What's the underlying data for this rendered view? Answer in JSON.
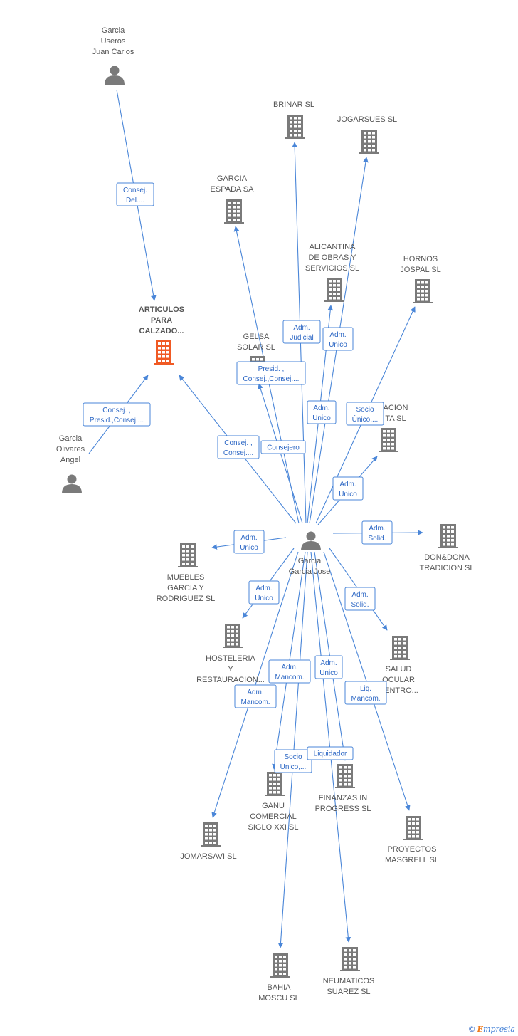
{
  "colors": {
    "edge": "#4a86d8",
    "icon": "#7a7a7a",
    "focus_icon": "#f05a24",
    "label_text": "#2b66c4"
  },
  "nodes": {
    "garcia_useros": {
      "type": "person",
      "lines": [
        "Garcia",
        "Useros",
        "Juan Carlos"
      ]
    },
    "articulos": {
      "type": "company-focus",
      "lines": [
        "ARTICULOS",
        "PARA",
        "CALZADO..."
      ]
    },
    "garcia_olivares": {
      "type": "person",
      "lines": [
        "Garcia",
        "Olivares",
        "Angel"
      ]
    },
    "garcia_jose": {
      "type": "person",
      "lines": [
        "Garcia",
        "Garcia Jose"
      ]
    },
    "brinar": {
      "type": "company",
      "lines": [
        "BRINAR  SL"
      ]
    },
    "jogarsues": {
      "type": "company",
      "lines": [
        "JOGARSUES SL"
      ]
    },
    "garcia_espada": {
      "type": "company",
      "lines": [
        "GARCIA",
        "ESPADA SA"
      ]
    },
    "alicantina": {
      "type": "company",
      "lines": [
        "ALICANTINA",
        "DE OBRAS Y",
        "SERVICIOS SL"
      ]
    },
    "hornos": {
      "type": "company",
      "lines": [
        "HORNOS",
        "JOSPAL SL"
      ]
    },
    "gelsa": {
      "type": "company",
      "lines": [
        "GELSA",
        "SOLAR SL"
      ]
    },
    "acion": {
      "type": "company",
      "lines": [
        "ACION",
        "TA  SL"
      ]
    },
    "dondona": {
      "type": "company",
      "lines": [
        "DON&DONA",
        "TRADICION SL"
      ]
    },
    "muebles": {
      "type": "company",
      "lines": [
        "MUEBLES",
        "GARCIA Y",
        "RODRIGUEZ SL"
      ]
    },
    "hosteleria": {
      "type": "company",
      "lines": [
        "HOSTELERIA",
        "Y",
        "RESTAURACION..."
      ]
    },
    "salud": {
      "type": "company",
      "lines": [
        "SALUD",
        "OCULAR",
        "CENTRO..."
      ]
    },
    "ganu": {
      "type": "company",
      "lines": [
        "GANU",
        "COMERCIAL",
        "SIGLO XXI SL"
      ]
    },
    "finanzas": {
      "type": "company",
      "lines": [
        "FINANZAS IN",
        "PROGRESS  SL"
      ]
    },
    "jomarsavi": {
      "type": "company",
      "lines": [
        "JOMARSAVI SL"
      ]
    },
    "proyectos": {
      "type": "company",
      "lines": [
        "PROYECTOS",
        "MASGRELL SL"
      ]
    },
    "bahia": {
      "type": "company",
      "lines": [
        "BAHIA",
        "MOSCU  SL"
      ]
    },
    "neumaticos": {
      "type": "company",
      "lines": [
        "NEUMATICOS",
        "SUAREZ SL"
      ]
    }
  },
  "edges": [
    {
      "from": "garcia_useros",
      "to": "articulos",
      "label": [
        "Consej.",
        "Del...."
      ]
    },
    {
      "from": "garcia_olivares",
      "to": "articulos",
      "label": [
        "Consej. ,",
        "Presid.,Consej...."
      ]
    },
    {
      "from": "garcia_jose",
      "to": "articulos",
      "label": [
        "Consej. ,",
        "Consej...."
      ]
    },
    {
      "from": "garcia_jose",
      "to": "brinar",
      "label": [
        "Adm.",
        "Judicial"
      ]
    },
    {
      "from": "garcia_jose",
      "to": "jogarsues",
      "label": [
        "Adm.",
        "Unico"
      ]
    },
    {
      "from": "garcia_jose",
      "to": "garcia_espada",
      "label": [
        "Presid. ,",
        "Consej.,Consej...."
      ]
    },
    {
      "from": "garcia_jose",
      "to": "alicantina",
      "label": [
        "Adm.",
        "Unico"
      ]
    },
    {
      "from": "garcia_jose",
      "to": "hornos",
      "label": [
        "Socio",
        "Único,..."
      ]
    },
    {
      "from": "garcia_jose",
      "to": "gelsa",
      "label": [
        "Consejero"
      ]
    },
    {
      "from": "garcia_jose",
      "to": "acion",
      "label": [
        "Adm.",
        "Unico"
      ]
    },
    {
      "from": "garcia_jose",
      "to": "dondona",
      "label": [
        "Adm.",
        "Solid."
      ]
    },
    {
      "from": "garcia_jose",
      "to": "muebles",
      "label": [
        "Adm.",
        "Unico"
      ]
    },
    {
      "from": "garcia_jose",
      "to": "hosteleria",
      "label": [
        "Adm.",
        "Unico"
      ]
    },
    {
      "from": "garcia_jose",
      "to": "salud",
      "label": [
        "Adm.",
        "Solid."
      ]
    },
    {
      "from": "garcia_jose",
      "to": "ganu",
      "label": [
        "Adm.",
        "Mancom."
      ]
    },
    {
      "from": "garcia_jose",
      "to": "finanzas",
      "label": [
        "Adm.",
        "Unico"
      ]
    },
    {
      "from": "garcia_jose",
      "to": "jomarsavi",
      "label": [
        "Adm.",
        "Mancom."
      ]
    },
    {
      "from": "garcia_jose",
      "to": "proyectos",
      "label": [
        "Liq.",
        "Mancom."
      ]
    },
    {
      "from": "garcia_jose",
      "to": "bahia",
      "label": [
        "Socio",
        "Único,..."
      ]
    },
    {
      "from": "garcia_jose",
      "to": "neumaticos",
      "label": [
        "Liquidador"
      ]
    }
  ],
  "footer": {
    "copyright": "©",
    "brand_initial": "E",
    "brand_rest": "mpresia"
  }
}
